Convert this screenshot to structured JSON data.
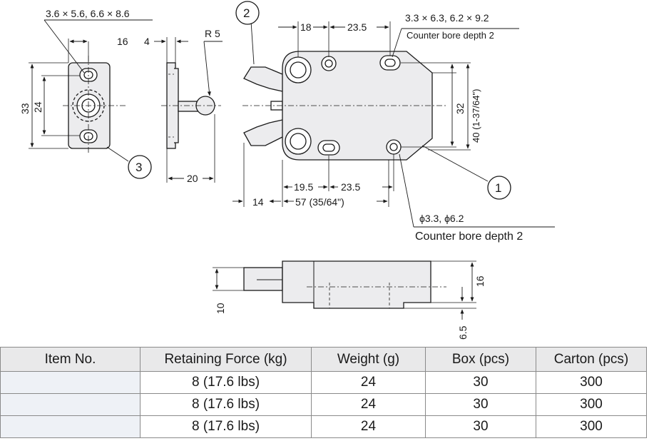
{
  "drawing": {
    "dimensions": {
      "top_left_holes": "3.6 × 5.6, 6.6 × 8.6",
      "left_width": "16",
      "left_overall": "33",
      "left_pitch": "24",
      "side_thickness": "4",
      "side_radius": "R 5",
      "side_depth": "20",
      "top_pitch": "18",
      "top_span": "23.5",
      "top_right_holes": "3.3 × 6.3, 6.2 × 9.2",
      "top_right_note": "Counter bore depth 2",
      "right_pitch": "32",
      "right_overall": "40 (1-37/64\")",
      "bottom_pitch": "19.5",
      "bottom_span": "23.5",
      "jaw_length": "14",
      "overall_length": "57 (35/64\")",
      "bottom_holes": "ϕ3.3, ϕ6.2",
      "bottom_note": "Counter bore depth 2",
      "lower_height": "10",
      "lower_body": "16",
      "lower_offset": "6.5"
    },
    "callouts": [
      "1",
      "2",
      "3"
    ]
  },
  "table": {
    "headers": [
      "Item No.",
      "Retaining Force (kg)",
      "Weight (g)",
      "Box (pcs)",
      "Carton (pcs)"
    ],
    "rows": [
      [
        "",
        "8 (17.6 lbs)",
        "24",
        "30",
        "300"
      ],
      [
        "",
        "8 (17.6 lbs)",
        "24",
        "30",
        "300"
      ],
      [
        "",
        "8 (17.6 lbs)",
        "24",
        "30",
        "300"
      ]
    ]
  }
}
